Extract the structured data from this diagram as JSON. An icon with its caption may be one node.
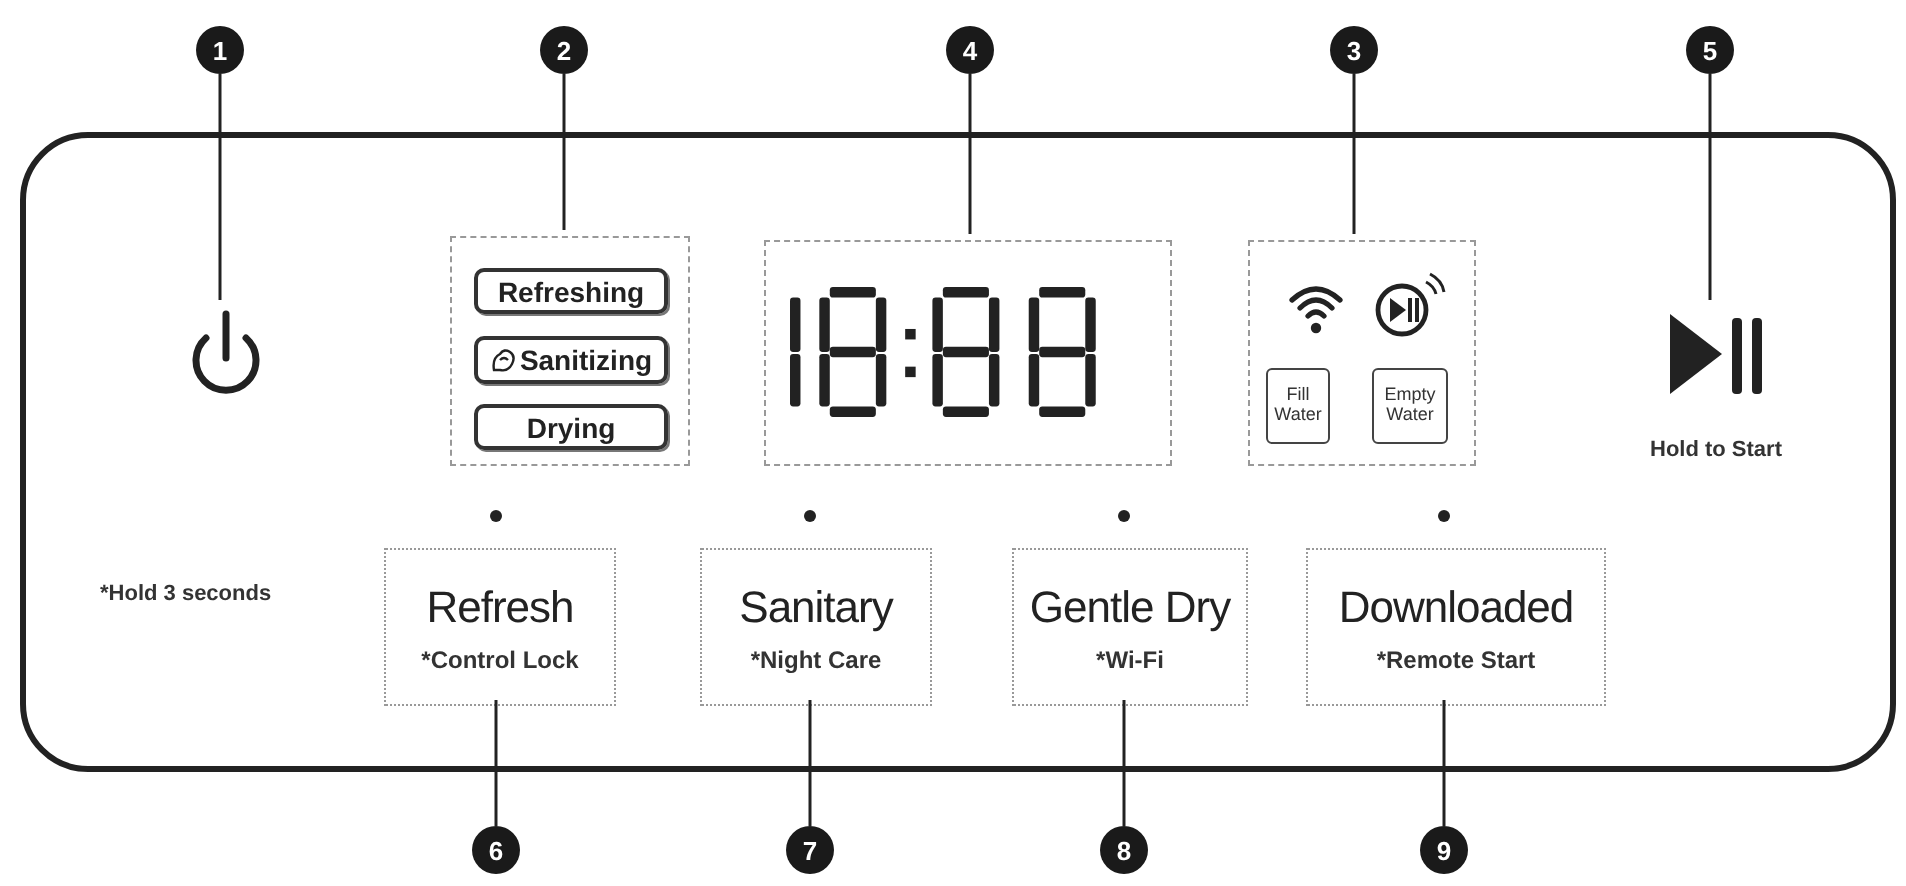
{
  "diagram": {
    "nodes": [
      {
        "text": [],
        "shape": "box"
      },
      {
        "text": [
          "1"
        ]
      },
      {
        "text": [
          "2"
        ]
      },
      {
        "text": [
          "4"
        ]
      },
      {
        "text": [
          "3"
        ]
      },
      {
        "text": [
          "5"
        ]
      },
      {
        "text": [],
        "shape": "picture",
        "in": 0
      },
      {
        "text": [],
        "shape": "box",
        "in": 0
      },
      {
        "text": [
          "Refreshing"
        ],
        "in": 7
      },
      {
        "text": [
          "Sanitizing"
        ],
        "in": 7
      },
      {
        "text": [
          "Drying"
        ],
        "in": 7
      },
      {
        "text": [],
        "shape": "box",
        "in": 0
      },
      {
        "text": [],
        "shape": "box",
        "in": 0
      },
      {
        "text": [
          "Fill Water"
        ],
        "in": 12
      },
      {
        "text": [
          "Empty Water"
        ],
        "in": 12
      },
      {
        "text": [],
        "shape": "picture",
        "in": 0,
        "beside": [
          "Hold to Start"
        ]
      },
      {
        "text": [
          "Refresh",
          "*Control Lock"
        ],
        "in": 0
      },
      {
        "text": [
          "Sanitary",
          "*Night Care"
        ],
        "in": 0
      },
      {
        "text": [
          "Gentle Dry",
          "*Wi-Fi"
        ],
        "in": 0
      },
      {
        "text": [
          "Downloaded",
          "*Remote Start"
        ],
        "in": 0
      },
      {
        "text": [
          "6"
        ]
      },
      {
        "text": [
          "7"
        ]
      },
      {
        "text": [
          "8"
        ]
      },
      {
        "text": [
          "9"
        ]
      }
    ],
    "edges": [
      {
        "from": 1,
        "to": 6,
        "arrow": "none"
      },
      {
        "from": 2,
        "to": 7,
        "arrow": "none"
      },
      {
        "from": 3,
        "to": 11,
        "arrow": "none"
      },
      {
        "from": 4,
        "to": 12,
        "arrow": "none"
      },
      {
        "from": 5,
        "to": 15,
        "arrow": "none"
      },
      {
        "from": 20,
        "to": 16,
        "arrow": "none"
      },
      {
        "from": 21,
        "to": 17,
        "arrow": "none"
      },
      {
        "from": 22,
        "to": 18,
        "arrow": "none"
      },
      {
        "from": 23,
        "to": 19,
        "arrow": "none"
      }
    ],
    "labels": [
      "*Hold 3 seconds"
    ]
  }
}
